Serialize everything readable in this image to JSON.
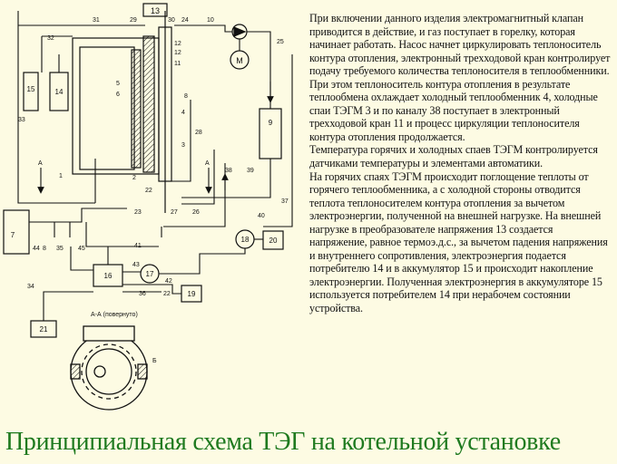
{
  "title": "Принципиальная схема ТЭГ на котельной установке",
  "description": "При включении данного изделия электромагнитный клапан приводится в действие, и газ поступает в горелку, которая начинает работать. Насос начнет циркулировать теплоноситель контура отопления, электронный трехходовой кран контролирует подачу требуемого количества теплоносителя в теплообменники. При этом теплоноситель контура отопления в результате теплообмена охлаждает холодный теплообменник 4, холодные спаи ТЭГМ 3 и по каналу 38 поступает в электронный трехходовой кран 11 и процесс циркуляции теплоносителя контура отопления продолжается.\nТемпература горячих и холодных спаев ТЭГМ контролируется датчиками температуры и элементами автоматики.\nНа горячих спаях ТЭГМ происходит поглощение теплоты от горячего теплообменника, а с холодной стороны отводится теплота теплоносителем контура отопления за вычетом электроэнергии, полученной на внешней нагрузке. На внешней нагрузке в преобразователе напряжения 13 создается напряжение, равное термоэ.д.с., за вычетом падения напряжения и внутреннего сопротивления, электроэнергия подается потребителю 14 и в аккумулятор 15 и происходит накопление электроэнергии. Полученная электроэнергия в аккумуляторе 15 используется потребителем 14 при нерабочем состоянии устройства.",
  "diagram": {
    "component_labels": {
      "c13": "13",
      "c15": "15",
      "c14": "14",
      "c9": "9",
      "c7": "7",
      "c18": "18",
      "c20": "20",
      "c16": "16",
      "c17": "17",
      "c19": "19",
      "c21": "21",
      "m": "M"
    },
    "ref_labels": [
      "31",
      "29",
      "30",
      "24",
      "10",
      "32",
      "25",
      "12",
      "12",
      "11",
      "5",
      "6",
      "33",
      "8",
      "4",
      "28",
      "3",
      "A",
      "A",
      "1",
      "2",
      "22",
      "27",
      "26",
      "38",
      "39",
      "40",
      "37",
      "23",
      "44",
      "8",
      "35",
      "45",
      "41",
      "43",
      "42",
      "34",
      "36",
      "22",
      "Б"
    ],
    "section_caption": "А-А (повернуто)"
  },
  "colors": {
    "background": "#fdfbe3",
    "title": "#1f7a1f",
    "ink": "#111111"
  }
}
